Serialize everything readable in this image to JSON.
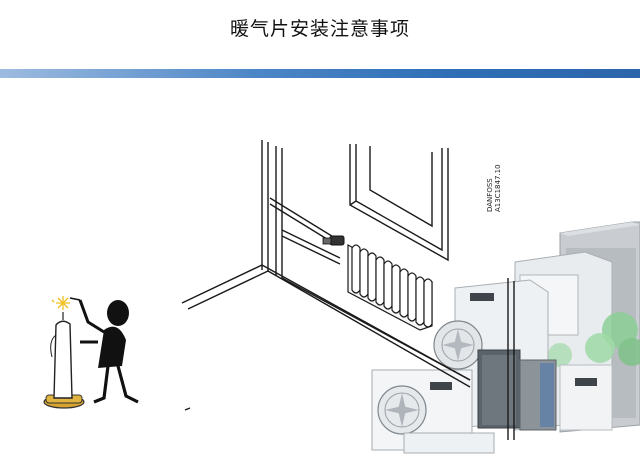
{
  "slide": {
    "title": "暖气片安装注意事项"
  },
  "illustration": {
    "caption_line_1": "DANFOSS",
    "caption_line_2": "A13C1847.10",
    "colors": {
      "title_bar": "#3a78bd",
      "line_art": "#1a1a1a",
      "unit_body": "#eef1f3",
      "unit_dark": "#4a5258",
      "tree_green": "#7fc28a"
    },
    "icons": [
      "candle-icon",
      "stick-figure-icon",
      "radiator-icon",
      "thermostatic-valve-icon",
      "outdoor-ac-units-icon"
    ]
  }
}
